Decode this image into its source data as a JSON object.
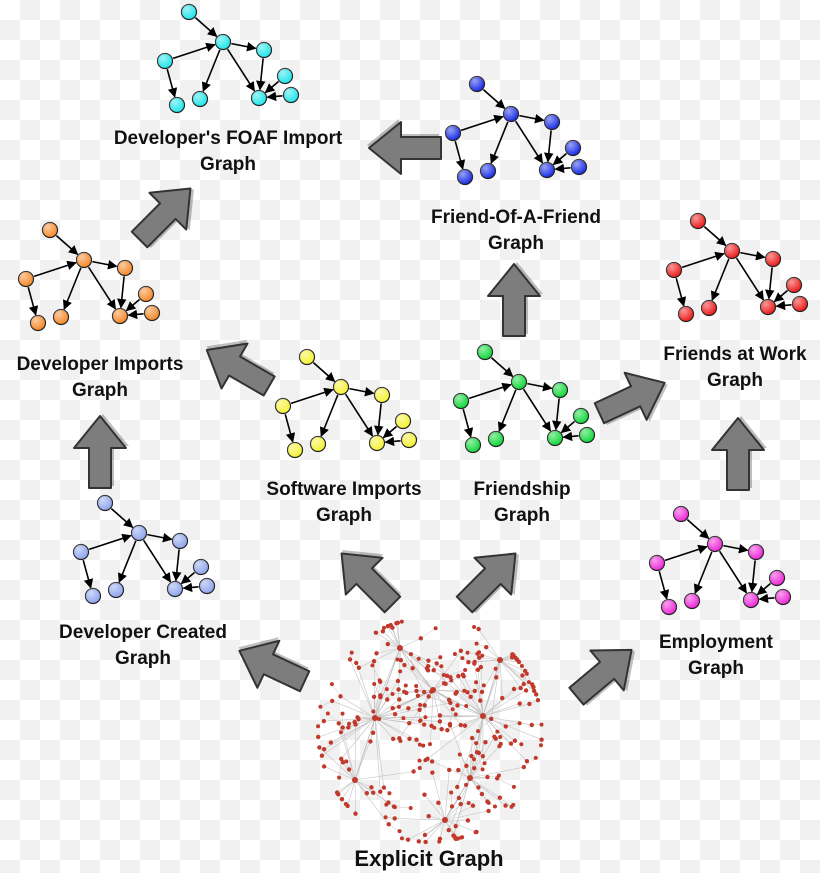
{
  "colors": {
    "foaf_import": "#22e6ea",
    "friend_of_a_friend": "#1a2ee6",
    "developer_imports": "#f6892a",
    "friends_at_work": "#ee1b1b",
    "software_imports": "#f6f237",
    "friendship": "#12d83a",
    "developer_created": "#8fa6ee",
    "employment": "#ee2ad8",
    "explicit": "#c0392b",
    "arrow": "#7d7d7d"
  },
  "labels": {
    "foaf_import": [
      "Developer's FOAF Import",
      "Graph"
    ],
    "friend_of_a_friend": [
      "Friend-Of-A-Friend",
      "Graph"
    ],
    "developer_imports": [
      "Developer Imports",
      "Graph"
    ],
    "friends_at_work": [
      "Friends at Work",
      "Graph"
    ],
    "software_imports": [
      "Software Imports",
      "Graph"
    ],
    "friendship": [
      "Friendship",
      "Graph"
    ],
    "developer_created": [
      "Developer Created",
      "Graph"
    ],
    "employment": [
      "Employment",
      "Graph"
    ],
    "explicit": "Explicit Graph"
  }
}
